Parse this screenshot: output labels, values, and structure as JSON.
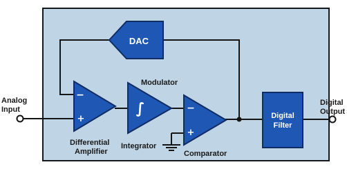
{
  "labels": {
    "analog_input": [
      "Analog",
      "Input"
    ],
    "digital_output": [
      "Digital",
      "Output"
    ],
    "modulator": "Modulator",
    "differential_amplifier": [
      "Differential",
      "Amplifier"
    ],
    "integrator": "Integrator",
    "comparator": "Comparator"
  },
  "blocks": {
    "dac": "DAC",
    "integrator_symbol": "∫",
    "digital_filter": [
      "Digital",
      "Filter"
    ]
  },
  "signs": {
    "minus": "−",
    "plus": "+"
  },
  "colors": {
    "panel": "#bfd4e4",
    "panel_border": "#14171b",
    "block_fill": "#1f57b4",
    "block_stroke": "#0f2c63",
    "wire": "#141414",
    "label": "#1a1a1a"
  }
}
